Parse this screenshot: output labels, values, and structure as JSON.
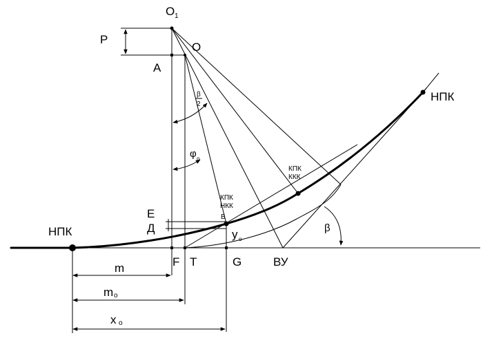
{
  "labels": {
    "o1": "O",
    "o1_sub": "1",
    "o": "O",
    "p": "P",
    "a": "A",
    "beta_half_num": "β",
    "beta_half_den": "2",
    "phi": "φ",
    "phi_sub": "o",
    "kpk_kkk_1": "КПК",
    "kpk_kkk_2": "ККК",
    "kpk_nkk_1": "КПК",
    "kpk_nkk_2": "НКК",
    "b": "В",
    "e": "Е",
    "d": "Д",
    "y": "у",
    "y_sub": "о",
    "npk_left": "НПК",
    "npk_right": "НПК",
    "beta": "β",
    "f": "F",
    "t": "T",
    "g": "G",
    "vu": "ВУ",
    "m": "m",
    "m0": "m",
    "m0_sub": "о",
    "x0": "x",
    "x0_sub": "о"
  }
}
